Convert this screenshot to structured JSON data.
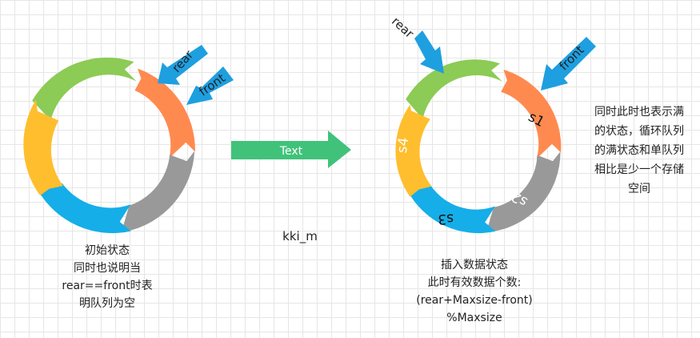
{
  "diagram": {
    "colors": {
      "green": "#8CCB55",
      "orange": "#FF8A50",
      "gray": "#999999",
      "blue": "#15AEE8",
      "yellow": "#FFBE2E",
      "arrow": "#1E9FE0",
      "flow_arrow": "#40C27A"
    },
    "left_ring": {
      "pointers": {
        "rear": "rear",
        "front": "front"
      },
      "caption": [
        "初始状态",
        "同时也说明当",
        "rear==front时表",
        "明队列为空"
      ]
    },
    "right_ring": {
      "pointers": {
        "rear": "rear",
        "front": "front"
      },
      "segment_labels": {
        "s1": "s1",
        "s2": "s2",
        "s3": "s3",
        "s4": "s4"
      },
      "caption": [
        "插入数据状态",
        "此时有效数据个数:",
        "(rear+Maxsize-front)",
        "%Maxsize"
      ]
    },
    "flow_arrow_label": "Text",
    "center_label": "kki_m",
    "side_note": [
      "同时此时也表示满",
      "的状态，循环队列",
      "的满状态和单队列",
      "相比是少一个存储",
      "空间"
    ]
  }
}
